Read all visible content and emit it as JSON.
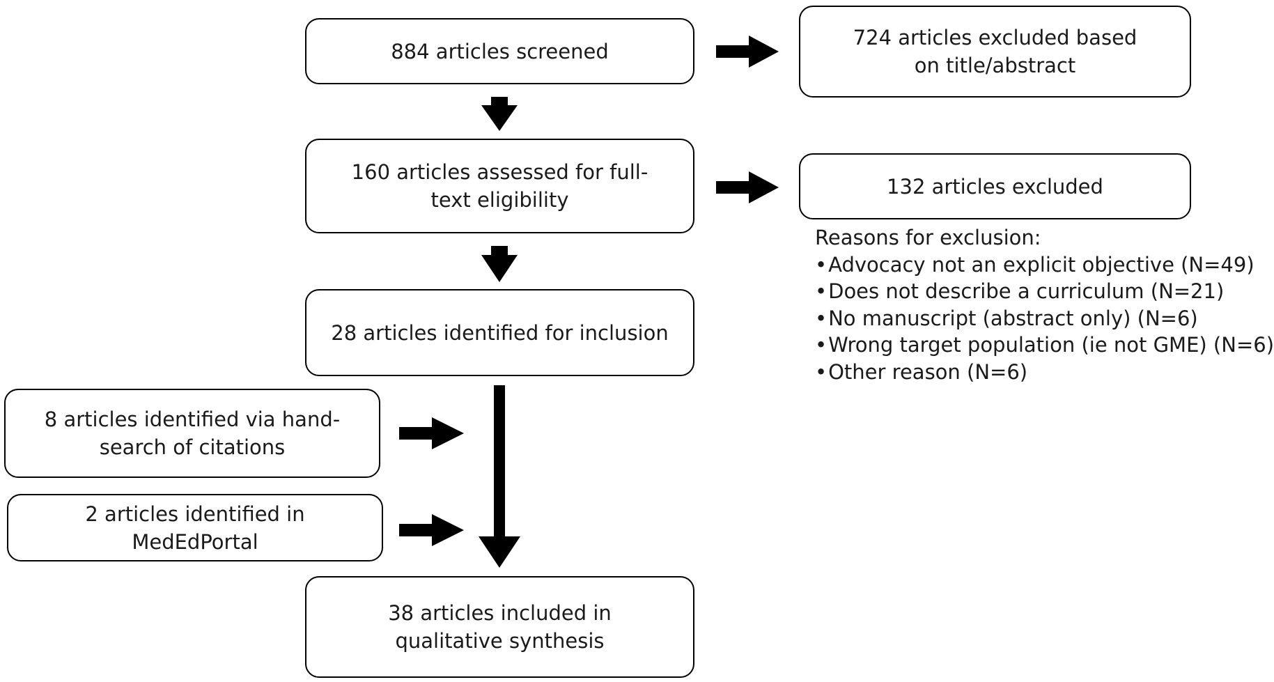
{
  "flow": {
    "screened": "884 articles screened",
    "excluded_title_abstract": "724 articles excluded based on title/abstract",
    "assessed": "160 articles assessed for full-text eligibility",
    "excluded_fulltext": "132 articles excluded",
    "identified_inclusion": "28 articles identified for inclusion",
    "hand_search": "8 articles identified via hand-search of citations",
    "mededportal": "2 articles identified in MedEdPortal",
    "included": "38 articles included in qualitative synthesis"
  },
  "exclusion_reasons": {
    "title": "Reasons for exclusion:",
    "items": [
      "Advocacy not an explicit objective (N=49)",
      "Does not describe a curriculum (N=21)",
      "No manuscript (abstract only) (N=6)",
      "Wrong target population (ie not GME) (N=6)",
      "Other reason (N=6)"
    ]
  }
}
